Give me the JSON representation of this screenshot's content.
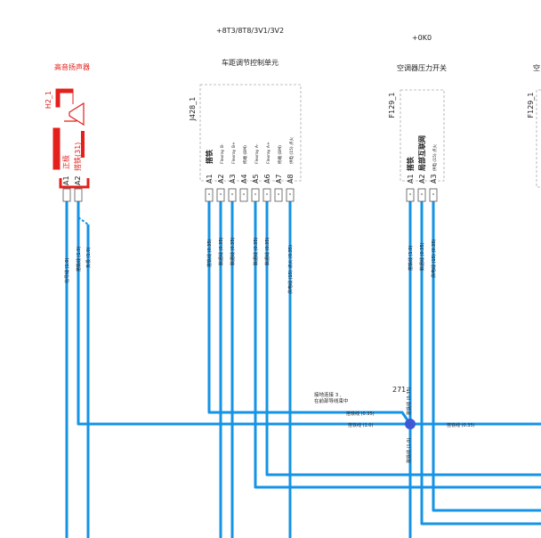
{
  "header": {
    "group1_title": "+8T3/8T8/3V1/3V2",
    "group2_title": "+0K0"
  },
  "components": {
    "horn": {
      "title": "高音扬声器",
      "ref": "H2_1",
      "pin1_desc": "正极",
      "pin2_desc": "搭铁(31)",
      "pins": [
        "A1",
        "A2"
      ],
      "wires": [
        "信号线 (1.0)",
        "搭铁线 (1.0)",
        "负极 (1.0)"
      ]
    },
    "ecu": {
      "title": "车距调节控制单元",
      "ref": "J428_1",
      "pin_descs": [
        "搭铁",
        "Flexray B-",
        "Flexray B+",
        "终端 (BM)",
        "Flexray A-",
        "Flexray A+",
        "终端 (BM)",
        "供电 (15) 点火"
      ],
      "pins": [
        "A1",
        "A2",
        "A3",
        "A4",
        "A5",
        "A6",
        "A7",
        "A8"
      ],
      "wires": [
        "搭铁线 (0.35)",
        "数据线 (0.35)",
        "数据线 (0.35)",
        "数据线 (0.35)",
        "数据线 (0.35)",
        "供电线 (15) 点火 (0.35)"
      ]
    },
    "switch": {
      "title": "空调器压力开关",
      "ref": "F129_1",
      "pin_descs": [
        "搭铁",
        "局部互联网",
        "供电 (15) 点火"
      ],
      "pins": [
        "A1",
        "A2",
        "A3"
      ],
      "wires": [
        "搭铁线 (1.0)",
        "数据线 (0.35)",
        "供电线 (15) (0.35)"
      ]
    },
    "partial": {
      "title": "空",
      "ref": "F129_1"
    }
  },
  "junction": {
    "id": "271",
    "note_line1": "接地连接 3 ,",
    "note_line2": "在前部导线束中",
    "vertical_label": "搭铁线 (0.35)",
    "left_label_1": "搭铁线 (0.35)",
    "left_label_2": "搭铁线 (1.0)",
    "right_label": "搭铁线 (0.35)",
    "down_label": "搭铁线 (1.0)"
  },
  "colors": {
    "wire": "#1593e5",
    "junction": "#3f57d6",
    "red": "#e3201b",
    "component_border": "#aaaaaa",
    "text": "#222222"
  }
}
